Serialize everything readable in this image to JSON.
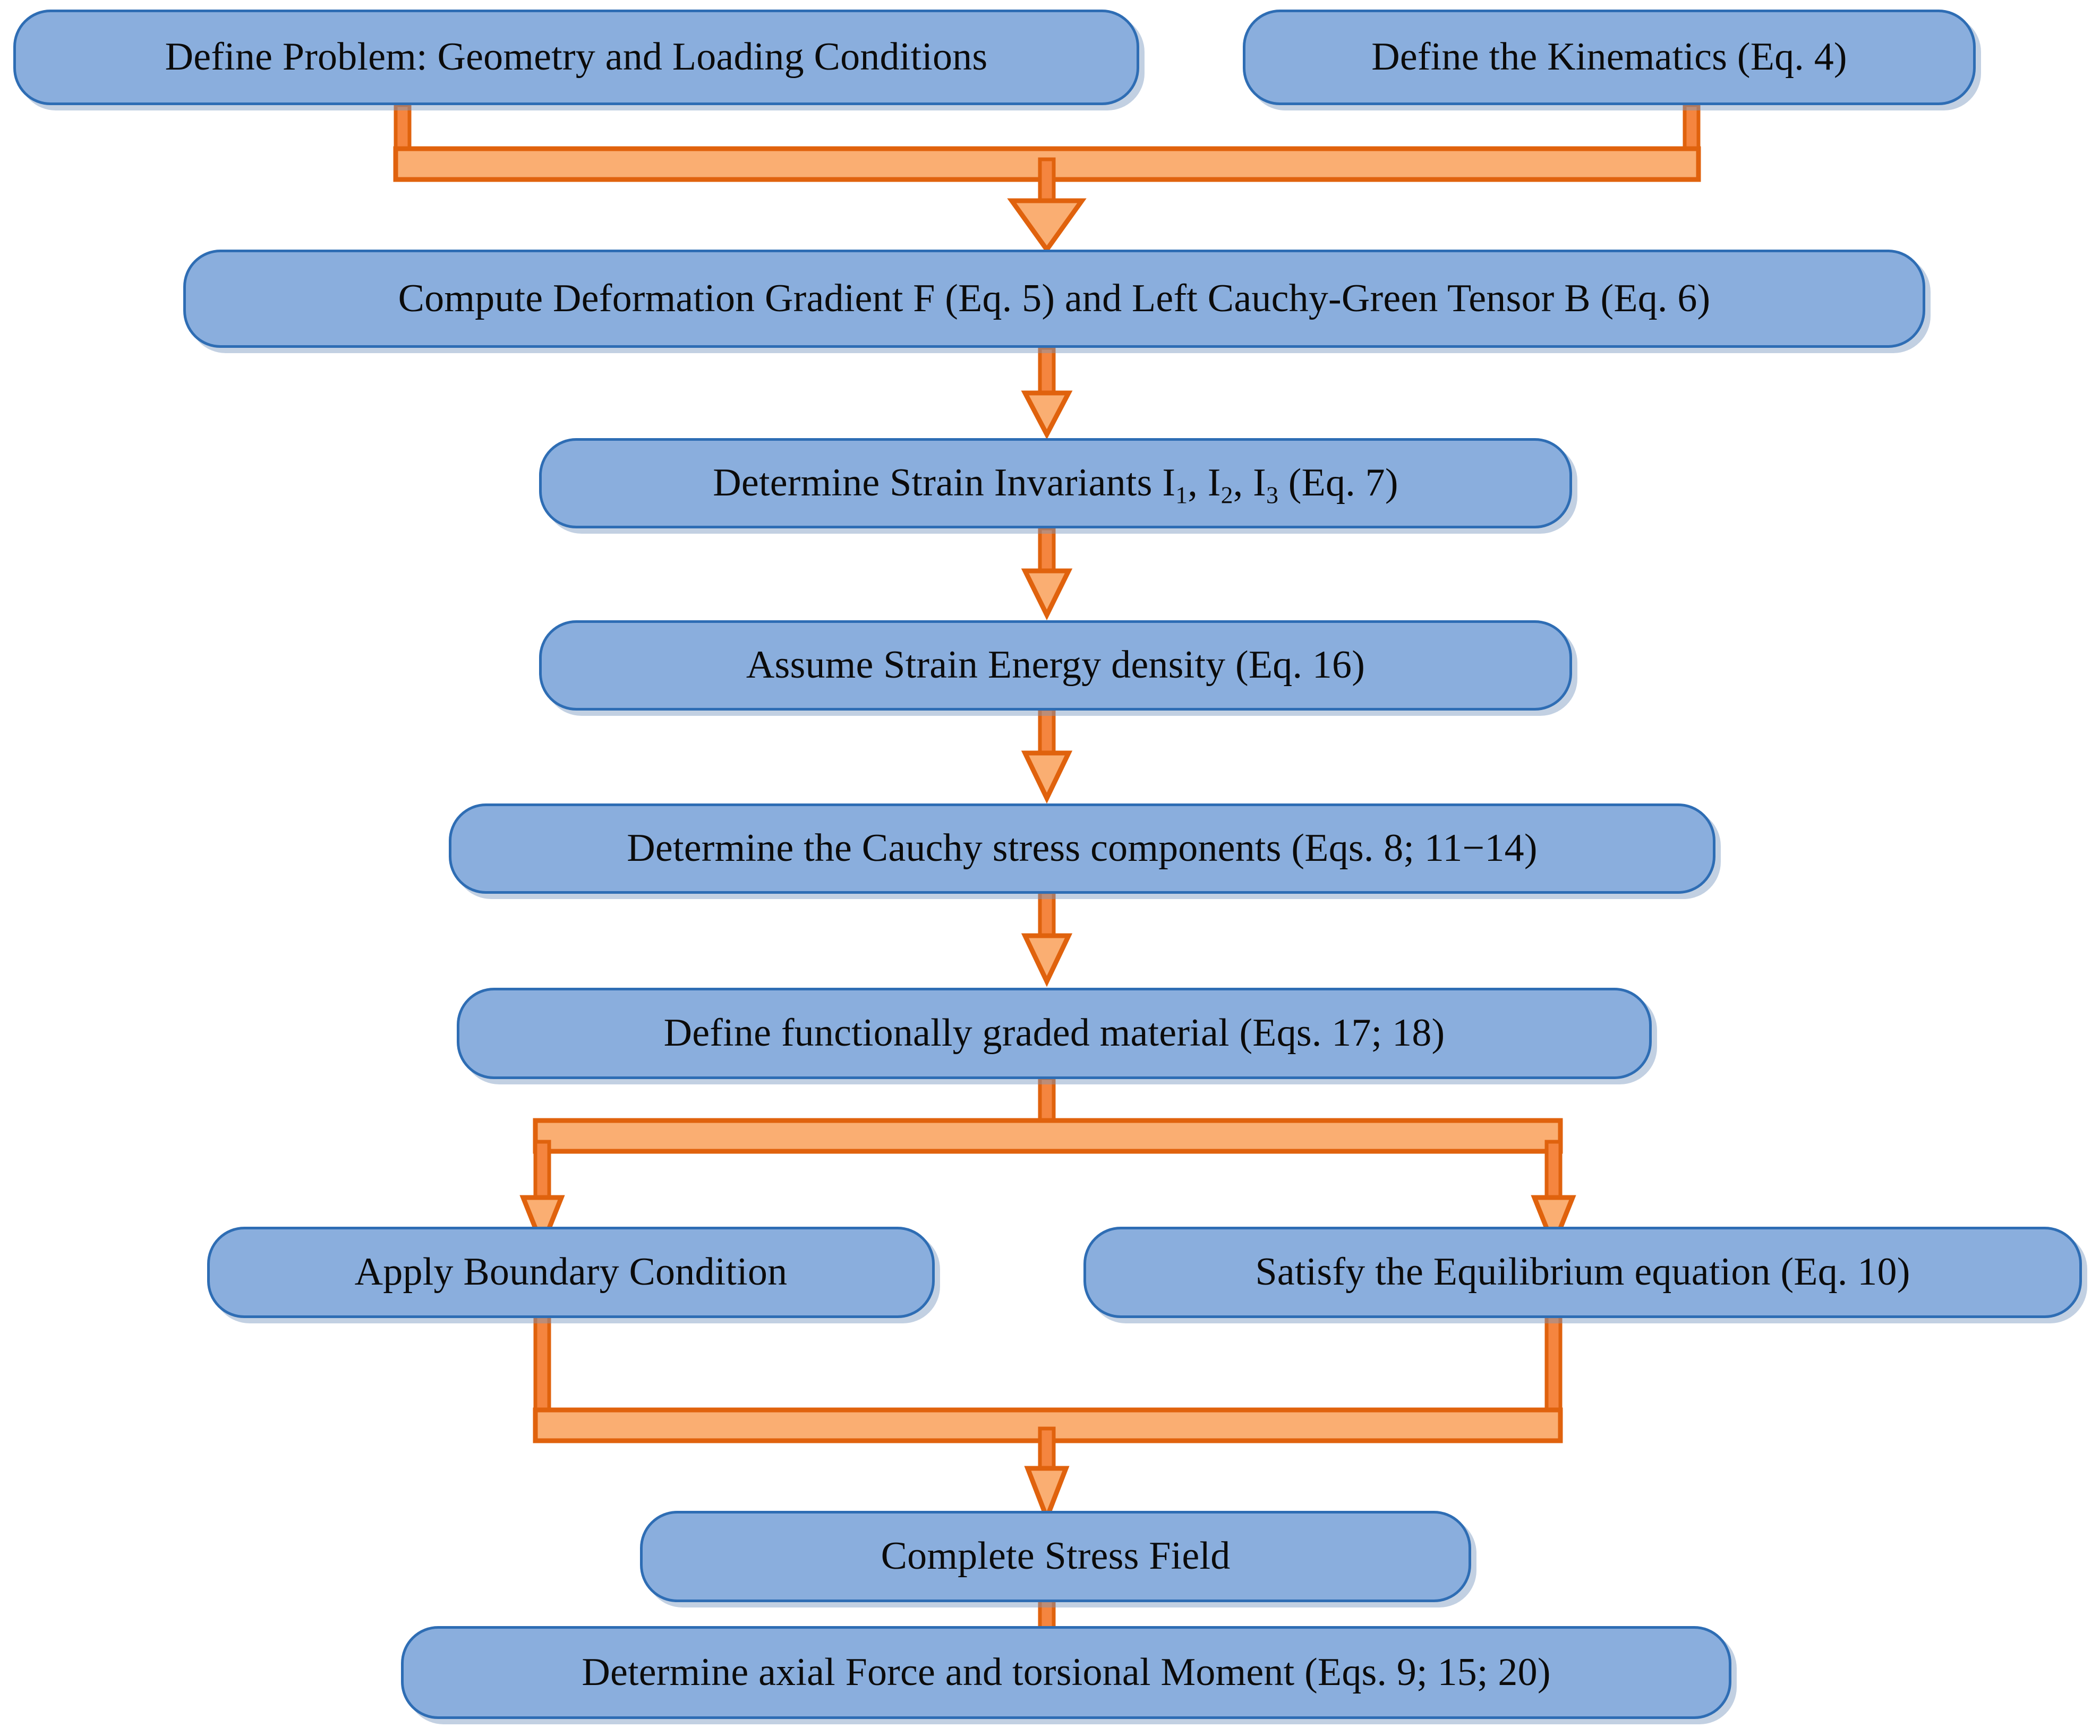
{
  "diagram": {
    "title": "Solution procedure flowchart for functionally graded hyperelastic cylinder",
    "type": "flowchart",
    "orientation": "top-to-bottom",
    "colors": {
      "node_fill": "#8AAEDD",
      "node_border": "#2E6DB4",
      "node_shadow": "#7896BE",
      "connector_stroke": "#E0620D",
      "connector_fill": "#FAAE72",
      "connector_mid": "#F5853F",
      "text": "#0B0B0B",
      "background": "#FFFFFF"
    },
    "nodes": [
      {
        "id": "n1",
        "label": "Define Problem: Geometry and Loading Conditions"
      },
      {
        "id": "n2",
        "label": "Define the Kinematics (Eq. 4)"
      },
      {
        "id": "n3",
        "label": "Compute Deformation Gradient F (Eq. 5) and Left Cauchy-Green Tensor B (Eq. 6)"
      },
      {
        "id": "n4a",
        "label": "Determine Strain Invariants I"
      },
      {
        "id": "n4b",
        "label": "1"
      },
      {
        "id": "n4c",
        "label": ", I"
      },
      {
        "id": "n4d",
        "label": "2"
      },
      {
        "id": "n4e",
        "label": ", I"
      },
      {
        "id": "n4f",
        "label": "3"
      },
      {
        "id": "n4g",
        "label": " (Eq. 7)"
      },
      {
        "id": "n5",
        "label": "Assume Strain Energy density (Eq. 16)"
      },
      {
        "id": "n6",
        "label": "Determine the Cauchy stress components (Eqs. 8; 11−14)"
      },
      {
        "id": "n7",
        "label": "Define functionally graded material (Eqs. 17; 18)"
      },
      {
        "id": "n8",
        "label": "Apply Boundary Condition"
      },
      {
        "id": "n9",
        "label": "Satisfy the Equilibrium equation (Eq. 10)"
      },
      {
        "id": "n10",
        "label": "Complete Stress Field"
      },
      {
        "id": "n11",
        "label": "Determine axial Force and torsional Moment (Eqs. 9; 15; 20)"
      }
    ],
    "edges": [
      {
        "from": "n1",
        "to": "n3",
        "style": "merge-elbow"
      },
      {
        "from": "n2",
        "to": "n3",
        "style": "merge-elbow"
      },
      {
        "from": "n3",
        "to": "n4",
        "style": "straight"
      },
      {
        "from": "n4",
        "to": "n5",
        "style": "straight"
      },
      {
        "from": "n5",
        "to": "n6",
        "style": "straight"
      },
      {
        "from": "n6",
        "to": "n7",
        "style": "straight"
      },
      {
        "from": "n7",
        "to": "n8",
        "style": "split-elbow"
      },
      {
        "from": "n7",
        "to": "n9",
        "style": "split-elbow"
      },
      {
        "from": "n8",
        "to": "n10",
        "style": "merge-elbow"
      },
      {
        "from": "n9",
        "to": "n10",
        "style": "merge-elbow"
      },
      {
        "from": "n10",
        "to": "n11",
        "style": "straight"
      }
    ]
  }
}
